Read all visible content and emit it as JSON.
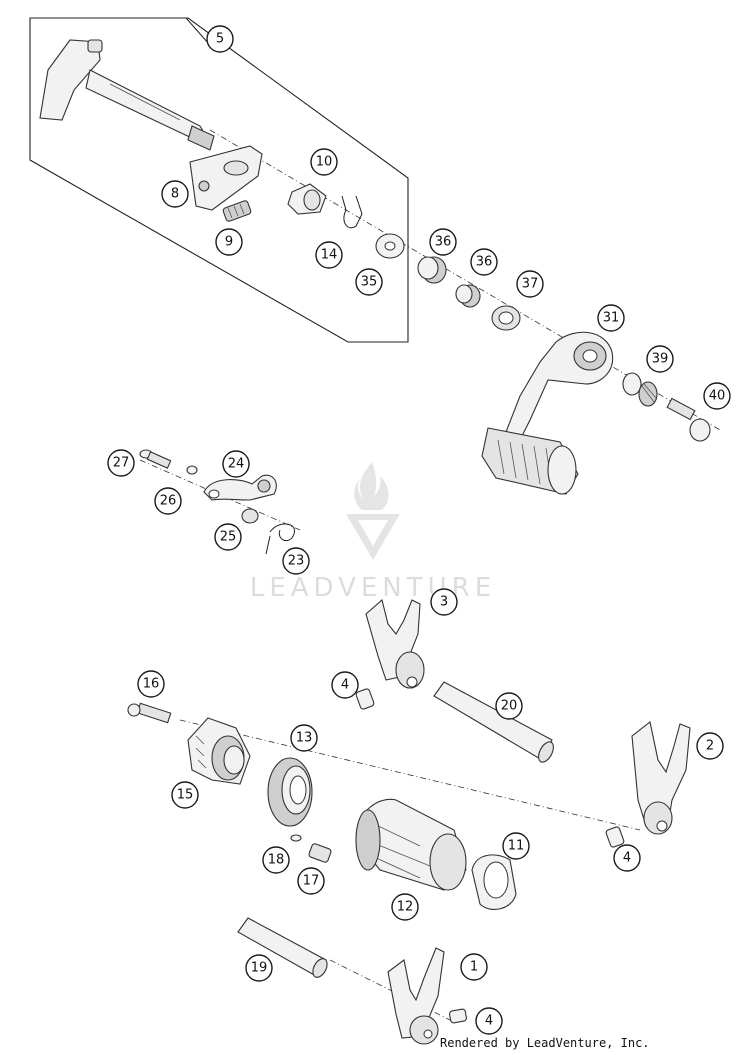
{
  "watermark": {
    "text": "LEADVENTURE"
  },
  "credit": "Rendered by LeadVenture, Inc.",
  "callouts": [
    "5",
    "8",
    "9",
    "10",
    "14",
    "35",
    "36",
    "36",
    "37",
    "31",
    "39",
    "40",
    "27",
    "24",
    "26",
    "25",
    "23",
    "3",
    "4",
    "20",
    "16",
    "13",
    "2",
    "15",
    "11",
    "18",
    "17",
    "12",
    "4",
    "19",
    "1",
    "4"
  ]
}
